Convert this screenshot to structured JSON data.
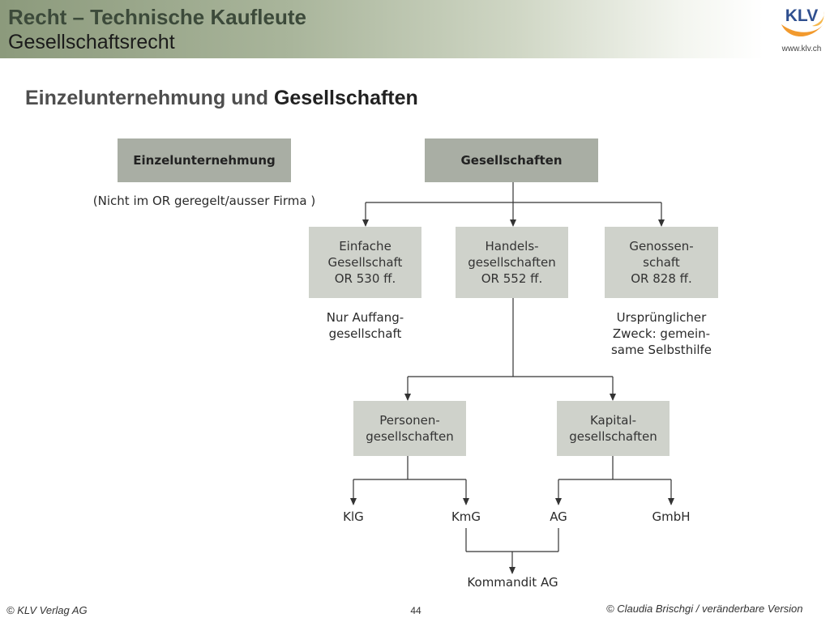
{
  "header": {
    "title": "Recht – Technische Kaufleute",
    "subtitle": "Gesellschaftsrecht",
    "logo_text": "KLV",
    "logo_url": "www.klv.ch"
  },
  "slide": {
    "title_part1": "Einzelunternehmung und",
    "title_part2": "Gesellschaften"
  },
  "diagram": {
    "einzel": "Einzelunternehmung",
    "einzel_note": "(Nicht im OR geregelt/ausser Firma )",
    "gesellschaften": "Gesellschaften",
    "einfache": "Einfache\nGesellschaft\nOR 530 ff.",
    "einfache_note": "Nur Auffang-\ngesellschaft",
    "handels": "Handels-\ngesellschaften\nOR 552 ff.",
    "genossen": "Genossen-\nschaft\nOR 828 ff.",
    "genossen_note": "Ursprünglicher\nZweck: gemein-\nsame Selbsthilfe",
    "personen": "Personen-\ngesellschaften",
    "kapital": "Kapital-\ngesellschaften",
    "kig": "KlG",
    "kmg": "KmG",
    "ag": "AG",
    "gmbh": "GmbH",
    "kommandit": "Kommandit AG"
  },
  "footer": {
    "left": "© KLV Verlag AG",
    "page": "44",
    "right": "© Claudia Brischgi / veränderbare Version"
  },
  "colors": {
    "box_dark": "#a9aea4",
    "box_light": "#cfd2cb",
    "header_gradient_start": "#8c9a7c",
    "logo_orange": "#f29a2e",
    "logo_blue": "#2f4f8f"
  }
}
